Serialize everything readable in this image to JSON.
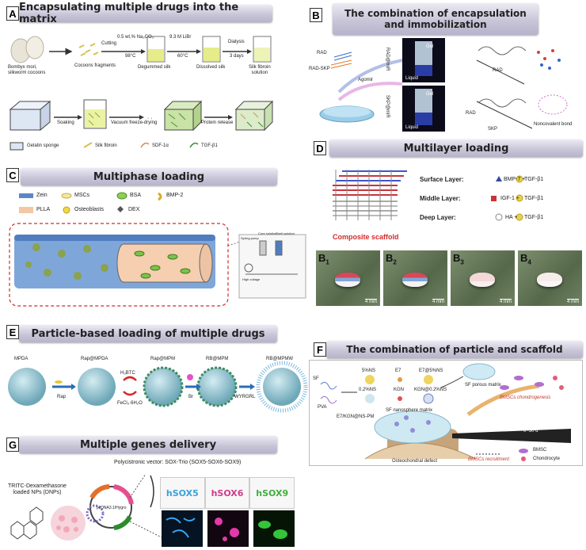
{
  "panelA": {
    "letter": "A",
    "title": "Encapsulating multiple drugs into the matrix",
    "cocoon": "Bombyx mori,\nsilkworm cocoons",
    "cutting": "Cutting",
    "fragments": "Cocoons fragments",
    "na2co3": "0.5 wt.% Na₂CO₃",
    "t98": "98°C",
    "degummed": "Degummed silk",
    "libr": "9.3 M LiBr",
    "t60": "60°C",
    "dissolved": "Dissolved silk",
    "dialysis": "Dialysis",
    "days": "3 days",
    "sfsol": "Silk fibroin\nsolution",
    "soaking": "Soaking",
    "vfd": "Vacuum freeze-drying",
    "release": "Protein release",
    "leg_gel": "Gelatin sponge",
    "leg_sf": "Silk fibroin",
    "leg_sdf": "SDF-1α",
    "leg_tgf": "TGF-β1"
  },
  "panelB": {
    "letter": "B",
    "title1": "The combination of encapsulation",
    "title2": "and immobilization",
    "rad": "RAD",
    "rad_skp": "RAD-SKP",
    "agomir": "Agomir",
    "gel": "Gel",
    "liquid": "Liquid",
    "radmir": "RAD@miR",
    "skpmir": "SKP@miR",
    "skp": "SKP",
    "noncov": "Noncovalent bond"
  },
  "panelC": {
    "letter": "C",
    "title": "Multiphase loading",
    "zein": "Zein",
    "mscs": "MSCs",
    "bsa": "BSA",
    "bmp2": "BMP-2",
    "plla": "PLLA",
    "osteo": "Osteoblasts",
    "dex": "DEX",
    "spray": "Spring pump",
    "core": "Core solution",
    "shell": "Shell solution",
    "hv": "High voltage"
  },
  "panelD": {
    "letter": "D",
    "title": "Multilayer loading",
    "surface": "Surface Layer:",
    "surface_f": "BMP-7 +",
    "middle": "Middle Layer:",
    "middle_f": "IGF-1 +",
    "deep": "Deep Layer:",
    "deep_f": "HA  +",
    "tgf": "TGF-β1",
    "composite": "Composite scaffold",
    "photos": [
      {
        "l": "B",
        "s": "1"
      },
      {
        "l": "B",
        "s": "2"
      },
      {
        "l": "B",
        "s": "3"
      },
      {
        "l": "B",
        "s": "4"
      }
    ],
    "scale": "4 mm"
  },
  "panelE": {
    "letter": "E",
    "title": "Particle-based loading of multiple drugs",
    "mpda": "MPDA",
    "rapmpda": "Rap@MPDA",
    "rapmpm": "Rap@MPM",
    "rbmpm": "RB@MPM",
    "rbmpmw": "RB@MPMW",
    "rap": "Rap",
    "h3btc": "H₃BTC",
    "fecl": "FeCl₃·6H₂O",
    "br": "Br",
    "wyr": "WYRGRL"
  },
  "panelF": {
    "letter": "F",
    "title": "The combination of particle and scaffold",
    "sf": "SF",
    "pva": "PVA",
    "ns5": "5%NS",
    "e7": "E7",
    "e7ns": "E7@5%NS",
    "ns02": "0.2%NS",
    "kgn": "KGN",
    "kgnns": "KGN@0.2%NS",
    "porous": "SF porous matrix",
    "nano": "SF nanosphere matrix",
    "e7kgn": "E7/KGN@NS-PM",
    "chondro": "BMSCs chondrogenesis",
    "d5": "0~5 d",
    "d30": "0~30 d",
    "bmsc": "BMSC",
    "chondrocyte": "Chondrocyte",
    "recruit": "BMSCs recruitment",
    "defect": "Osteochondral defect"
  },
  "panelG": {
    "letter": "G",
    "title": "Multiple genes delivery",
    "vector": "Polycistronic vector: SOX-Trio (SOX5-SOX6-SOX9)",
    "tritc": "TRITC-Dexamethasone\nloaded NPs (DNPs)",
    "plasmid": "pcDNA3.1/Hygro",
    "sox5": "hSOX5",
    "sox6": "hSOX6",
    "sox9": "hSOX9"
  }
}
